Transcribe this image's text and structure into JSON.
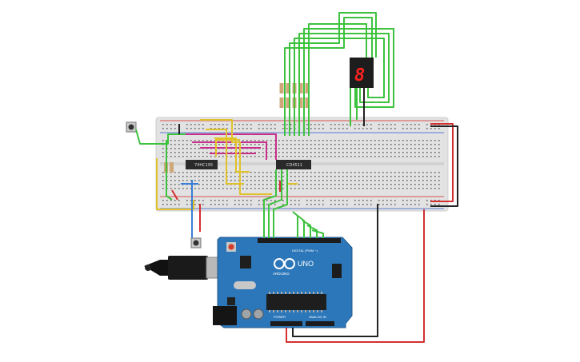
{
  "canvas": {
    "background": "#ffffff"
  },
  "breadboard": {
    "color": "#e2e2e2",
    "rail_red": "#d22222",
    "rail_blue": "#2a58c9"
  },
  "chips": {
    "left": {
      "label": "74HC195"
    },
    "right": {
      "label": "CD4511"
    }
  },
  "display": {
    "digit": "8",
    "segment_color": "#ff2020",
    "body_color": "#1d1d1d"
  },
  "arduino": {
    "brand": "ARDUINO",
    "model": "UNO",
    "digital_header": "DIGITAL (PWM ~)",
    "power_header": "POWER",
    "analog_header": "ANALOG IN",
    "board_color": "#2c77b9"
  },
  "wire_colors": {
    "green": "#3ec23e",
    "magenta": "#c8308c",
    "yellow": "#e2c22a",
    "red": "#d43030",
    "black": "#222222",
    "blue": "#3a7fd5"
  },
  "icons": [
    "pushbutton-icon",
    "resistor-icon",
    "usb-cable-icon",
    "seven-segment-icon"
  ]
}
